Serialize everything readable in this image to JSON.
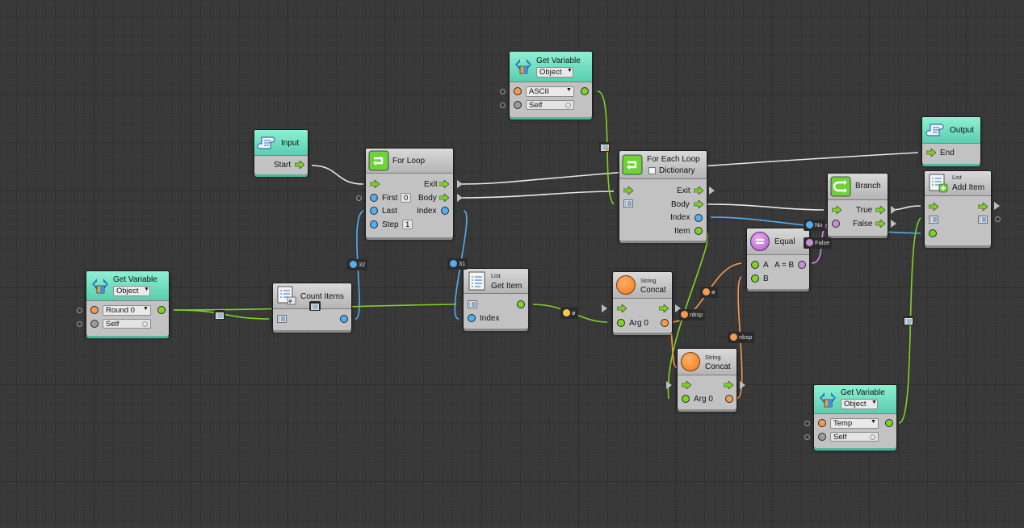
{
  "nodes": {
    "getvar_ascii": {
      "title": "Get Variable",
      "scope": "Object",
      "name": "ASCII",
      "target": "Self"
    },
    "input": {
      "title": "Input",
      "start": "Start"
    },
    "for_loop": {
      "title": "For Loop",
      "exit": "Exit",
      "first": "First",
      "first_value": "0",
      "body": "Body",
      "last": "Last",
      "index": "Index",
      "step": "Step",
      "step_value": "1"
    },
    "for_each": {
      "title": "For Each Loop",
      "dictionary": "Dictionary",
      "exit": "Exit",
      "body": "Body",
      "index": "Index",
      "item": "Item"
    },
    "output": {
      "title": "Output",
      "end": "End"
    },
    "branch": {
      "title": "Branch",
      "true": "True",
      "false": "False"
    },
    "list_add": {
      "category": "List",
      "title": "Add Item"
    },
    "getvar_round": {
      "title": "Get Variable",
      "scope": "Object",
      "name": "Round 0",
      "target": "Self"
    },
    "count_items": {
      "title": "Count Items"
    },
    "list_get": {
      "category": "List",
      "title": "Get Item",
      "index": "Index"
    },
    "concat1": {
      "category": "String",
      "title": "Concat",
      "arg": "Arg 0"
    },
    "equal": {
      "title": "Equal",
      "a": "A",
      "expr": "A = B",
      "b": "B"
    },
    "concat2": {
      "category": "String",
      "title": "Concat",
      "arg": "Arg 0"
    },
    "getvar_temp": {
      "title": "Get Variable",
      "scope": "Object",
      "name": "Temp",
      "target": "Self"
    }
  },
  "badges": {
    "b32": "32",
    "b31": "31",
    "b_empty": "ø",
    "b_o": "ø",
    "b_nbsp1": "nbsp",
    "b_nbsp2": "nbsp",
    "b_false": "False",
    "b_no": "No"
  },
  "colors": {
    "flow": "#ffffff",
    "data_green": "#7ed321",
    "data_blue": "#52aef3",
    "data_orange": "#f39b4f",
    "data_purple": "#c98ed9",
    "header_teal": "#5bcdb0",
    "header_gray": "#b4b4b4"
  }
}
